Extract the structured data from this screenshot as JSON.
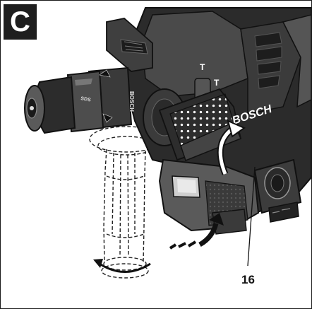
{
  "figure": {
    "panel_letter": "C",
    "brand_housing": "BOSCH",
    "brand_chuck": "BOSCH",
    "chuck_label": "SDS",
    "mode_symbol": "T",
    "callout_number": "16",
    "colors": {
      "housing_dark": "#2b2b2b",
      "housing_mid": "#4a4a4a",
      "housing_light": "#6e6e6e",
      "grip_gray": "#8a8a8a",
      "outline": "#111111",
      "background": "#ffffff"
    },
    "icons": [
      "rotate-arrow-icon",
      "motion-arrow-icon"
    ]
  }
}
